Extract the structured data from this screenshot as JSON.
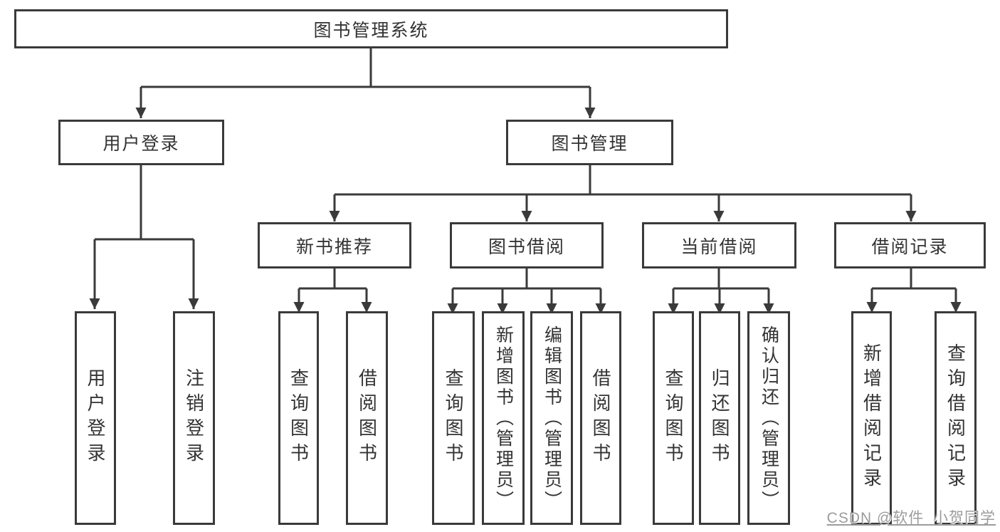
{
  "tree": {
    "label": "图书管理系统",
    "children": [
      {
        "label": "用户登录",
        "children": [
          {
            "label": "用户登录"
          },
          {
            "label": "注销登录"
          }
        ]
      },
      {
        "label": "图书管理",
        "children": [
          {
            "label": "新书推荐",
            "children": [
              {
                "label": "查询图书"
              },
              {
                "label": "借阅图书"
              }
            ]
          },
          {
            "label": "图书借阅",
            "children": [
              {
                "label": "查询图书"
              },
              {
                "label": "新增图书（管理员）"
              },
              {
                "label": "编辑图书（管理员）"
              },
              {
                "label": "借阅图书"
              }
            ]
          },
          {
            "label": "当前借阅",
            "children": [
              {
                "label": "查询图书"
              },
              {
                "label": "归还图书"
              },
              {
                "label": "确认归还（管理员）"
              }
            ]
          },
          {
            "label": "借阅记录",
            "children": [
              {
                "label": "新增借阅记录"
              },
              {
                "label": "查询借阅记录"
              }
            ]
          }
        ]
      }
    ]
  },
  "watermark": "CSDN @软件_小贺同学",
  "colors": {
    "line": "#3a3a3a",
    "text": "#333333",
    "node_background": "#ffffff",
    "watermark": "#9c9c9c",
    "background": "#ffffff"
  }
}
